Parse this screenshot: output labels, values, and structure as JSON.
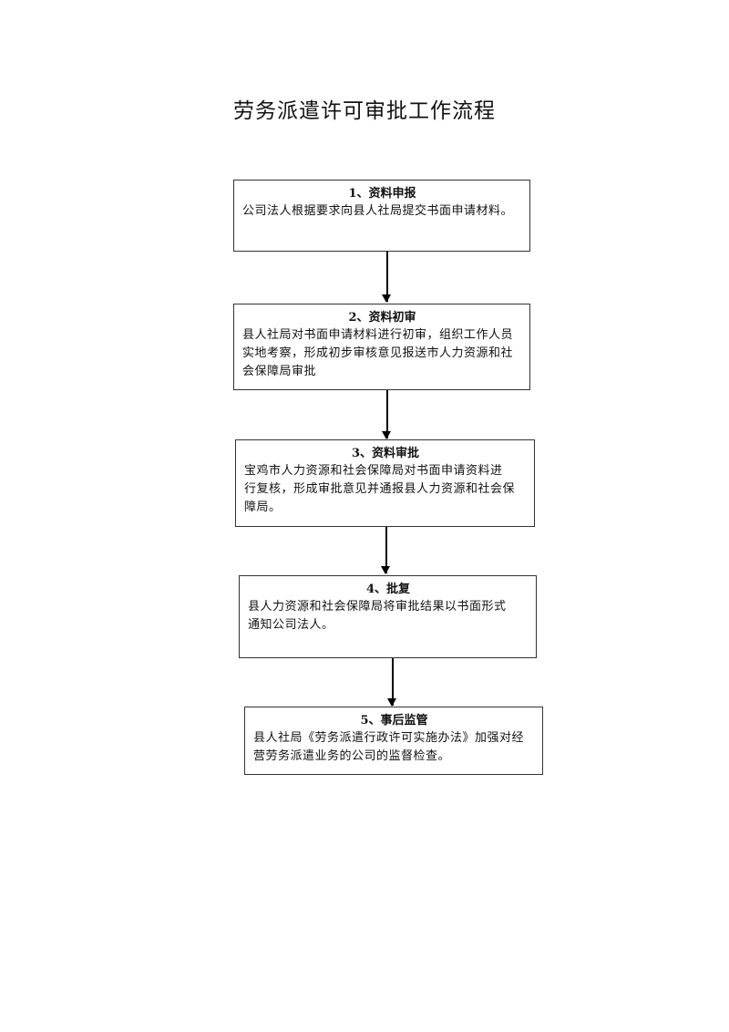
{
  "title": "劳务派遣许可审批工作流程",
  "steps": [
    {
      "heading": "1、资料申报",
      "lines": [
        "公司法人根据要求向县人社局提交书面申请材料。"
      ]
    },
    {
      "heading": "2、资料初审",
      "lines": [
        "县人社局对书面申请材料进行初审，组织工作人员",
        "实地考察，形成初步审核意见报送市人力资源和社",
        "会保障局审批"
      ]
    },
    {
      "heading": "3、资料审批",
      "lines": [
        "宝鸡市人力资源和社会保障局对书面申请资料进",
        "行复核，形成审批意见并通报县人力资源和社会保",
        "障局。"
      ]
    },
    {
      "heading": "4、批复",
      "lines": [
        "县人力资源和社会保障局将审批结果以书面形式",
        "通知公司法人。"
      ]
    },
    {
      "heading": "5、事后监管",
      "lines": [
        "县人社局《劳务派遣行政许可实施办法》加强对经",
        "营劳务派遣业务的公司的监督检查。"
      ]
    }
  ]
}
